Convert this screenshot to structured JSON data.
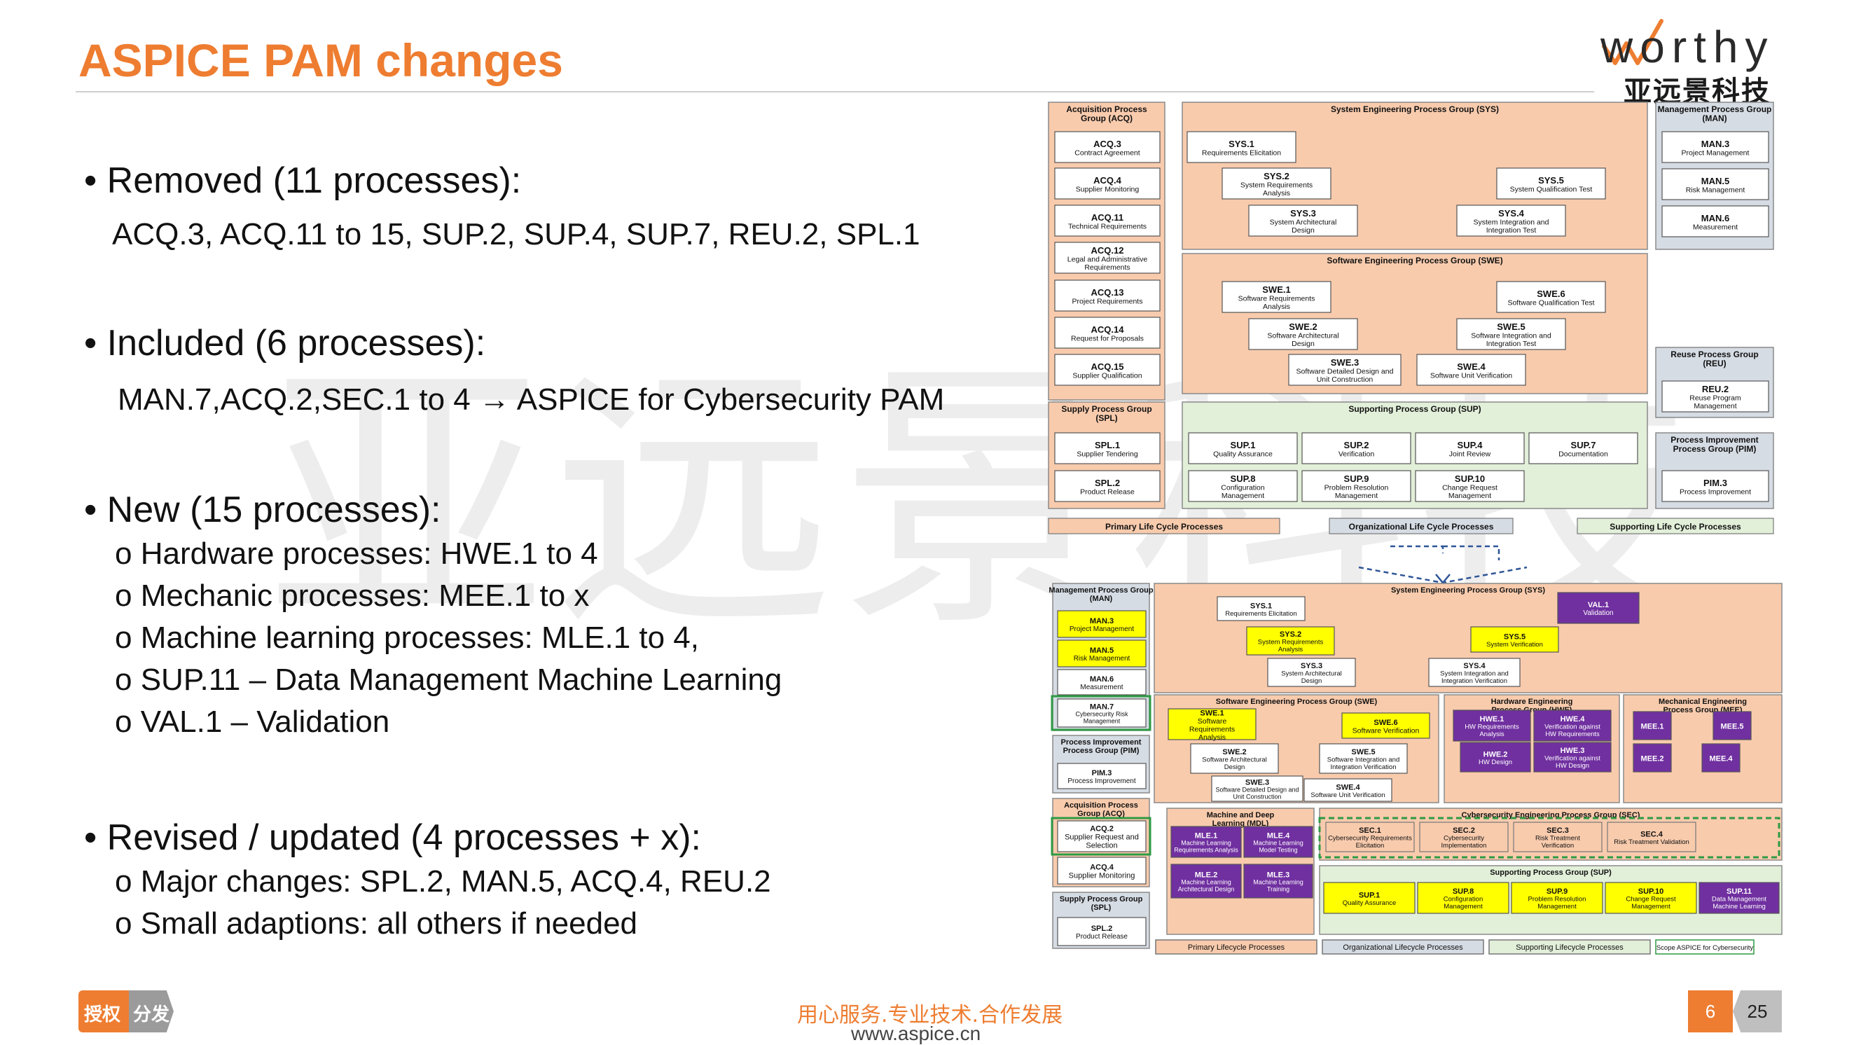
{
  "header": {
    "title": "ASPICE PAM changes",
    "logo_word": "worthy",
    "logo_cn": "亚远景科技",
    "watermark": "亚远景科技"
  },
  "content": {
    "removed_heading": "• Removed (11 processes):",
    "removed_list": "ACQ.3, ACQ.11 to 15, SUP.2, SUP.4, SUP.7, REU.2, SPL.1",
    "included_heading": "• Included (6 processes):",
    "included_list": "MAN.7,ACQ.2,SEC.1 to 4 → ASPICE for Cybersecurity PAM",
    "new_heading": "• New (15 processes):",
    "new_items": [
      "o Hardware processes: HWE.1 to 4",
      "o Mechanic processes: MEE.1 to x",
      "o Machine learning processes: MLE.1 to 4,",
      "o SUP.11 – Data Management Machine Learning",
      "o VAL.1 – Validation"
    ],
    "revised_heading": "• Revised / updated (4 processes + x):",
    "revised_items": [
      "o Major changes: SPL.2, MAN.5, ACQ.4, REU.2",
      "o Small adaptions: all others if needed"
    ]
  },
  "footer": {
    "badge_left": "授权",
    "badge_right": "分发",
    "slogan": "用心服务.专业技术.合作发展",
    "url": "www.aspice.cn",
    "page_current": "6",
    "page_total": "25"
  },
  "colors": {
    "accent": "#ee7d31",
    "peach": "#f8cbad",
    "blue_gray": "#d6dce4",
    "green_light": "#e2efd9",
    "yellow": "#ffff00",
    "purple": "#7030a0"
  },
  "diagram_top": {
    "groups": [
      {
        "label": "Acquisition Process Group (ACQ)"
      },
      {
        "label": "System Engineering Process Group (SYS)"
      },
      {
        "label": "Management Process Group (MAN)"
      },
      {
        "label": "Software Engineering Process Group (SWE)"
      },
      {
        "label": "Reuse Process Group (REU)"
      },
      {
        "label": "Supply Process Group (SPL)"
      },
      {
        "label": "Supporting Process Group (SUP)"
      },
      {
        "label": "Process Improvement Process Group (PIM)"
      }
    ],
    "processes": [
      {
        "id": "ACQ.3",
        "name": "Contract Agreement"
      },
      {
        "id": "ACQ.4",
        "name": "Supplier Monitoring"
      },
      {
        "id": "ACQ.11",
        "name": "Technical Requirements"
      },
      {
        "id": "ACQ.12",
        "name": "Legal and Administrative Requirements"
      },
      {
        "id": "ACQ.13",
        "name": "Project Requirements"
      },
      {
        "id": "ACQ.14",
        "name": "Request for Proposals"
      },
      {
        "id": "ACQ.15",
        "name": "Supplier Qualification"
      },
      {
        "id": "SYS.1",
        "name": "Requirements Elicitation"
      },
      {
        "id": "SYS.2",
        "name": "System Requirements Analysis"
      },
      {
        "id": "SYS.3",
        "name": "System Architectural Design"
      },
      {
        "id": "SYS.4",
        "name": "System Integration and Integration Test"
      },
      {
        "id": "SYS.5",
        "name": "System Qualification Test"
      },
      {
        "id": "MAN.3",
        "name": "Project Management"
      },
      {
        "id": "MAN.5",
        "name": "Risk Management"
      },
      {
        "id": "MAN.6",
        "name": "Measurement"
      },
      {
        "id": "SWE.1",
        "name": "Software Requirements Analysis"
      },
      {
        "id": "SWE.2",
        "name": "Software Architectural Design"
      },
      {
        "id": "SWE.3",
        "name": "Software Detailed Design and Unit Construction"
      },
      {
        "id": "SWE.4",
        "name": "Software Unit Verification"
      },
      {
        "id": "SWE.5",
        "name": "Software Integration and Integration Test"
      },
      {
        "id": "SWE.6",
        "name": "Software Qualification Test"
      },
      {
        "id": "REU.2",
        "name": "Reuse Program Management"
      },
      {
        "id": "SPL.1",
        "name": "Supplier Tendering"
      },
      {
        "id": "SPL.2",
        "name": "Product Release"
      },
      {
        "id": "SUP.1",
        "name": "Quality Assurance"
      },
      {
        "id": "SUP.2",
        "name": "Verification"
      },
      {
        "id": "SUP.4",
        "name": "Joint Review"
      },
      {
        "id": "SUP.7",
        "name": "Documentation"
      },
      {
        "id": "SUP.8",
        "name": "Configuration Management"
      },
      {
        "id": "SUP.9",
        "name": "Problem Resolution Management"
      },
      {
        "id": "SUP.10",
        "name": "Change Request Management"
      },
      {
        "id": "PIM.3",
        "name": "Process Improvement"
      }
    ],
    "categories": [
      "Primary Life Cycle Processes",
      "Organizational Life Cycle Processes",
      "Supporting Life Cycle Processes"
    ]
  },
  "diagram_bottom": {
    "groups": [
      {
        "label": "Management Process Group (MAN)"
      },
      {
        "label": "System Engineering Process Group (SYS)"
      },
      {
        "label": "Software Engineering Process Group (SWE)"
      },
      {
        "label": "Hardware Engineering Process Group (HWE)"
      },
      {
        "label": "Mechanical Engineering Process Group (MEE)"
      },
      {
        "label": "Process Improvement Process Group (PIM)"
      },
      {
        "label": "Acquisition Process Group (ACQ)"
      },
      {
        "label": "Machine and Deep Learning (MDL)"
      },
      {
        "label": "Cybersecurity Engineering Process Group (SEC)"
      },
      {
        "label": "Supporting Process Group (SUP)"
      },
      {
        "label": "Supply Process Group (SPL)"
      }
    ],
    "processes": [
      {
        "id": "MAN.3",
        "name": "Project Management"
      },
      {
        "id": "MAN.5",
        "name": "Risk Management"
      },
      {
        "id": "MAN.6",
        "name": "Measurement"
      },
      {
        "id": "MAN.7",
        "name": "Cybersecurity Risk Management"
      },
      {
        "id": "PIM.3",
        "name": "Process Improvement"
      },
      {
        "id": "ACQ.2",
        "name": "Supplier Request and Selection"
      },
      {
        "id": "ACQ.4",
        "name": "Supplier Monitoring"
      },
      {
        "id": "SPL.2",
        "name": "Product Release"
      },
      {
        "id": "SYS.1",
        "name": "Requirements Elicitation"
      },
      {
        "id": "SYS.2",
        "name": "System Requirements Analysis"
      },
      {
        "id": "SYS.3",
        "name": "System Architectural Design"
      },
      {
        "id": "SYS.4",
        "name": "System Integration and Integration Verification"
      },
      {
        "id": "SYS.5",
        "name": "System Verification"
      },
      {
        "id": "VAL.1",
        "name": "Validation"
      },
      {
        "id": "SWE.1",
        "name": "Software Requirements Analysis"
      },
      {
        "id": "SWE.2",
        "name": "Software Architectural Design"
      },
      {
        "id": "SWE.3",
        "name": "Software Detailed Design and Unit Construction"
      },
      {
        "id": "SWE.4",
        "name": "Software Unit Verification"
      },
      {
        "id": "SWE.5",
        "name": "Software Integration and Integration Verification"
      },
      {
        "id": "SWE.6",
        "name": "Software Verification"
      },
      {
        "id": "HWE.1",
        "name": "HW Requirements Analysis"
      },
      {
        "id": "HWE.2",
        "name": "HW Design"
      },
      {
        "id": "HWE.3",
        "name": "Verification against HW Design"
      },
      {
        "id": "HWE.4",
        "name": "Verification against HW Requirements"
      },
      {
        "id": "MEE.1",
        "name": ""
      },
      {
        "id": "MEE.2",
        "name": ""
      },
      {
        "id": "MEE.4",
        "name": ""
      },
      {
        "id": "MEE.5",
        "name": ""
      },
      {
        "id": "MLE.1",
        "name": "Machine Learning Requirements Analysis"
      },
      {
        "id": "MLE.2",
        "name": "Machine Learning Architectural Design"
      },
      {
        "id": "MLE.3",
        "name": "Machine Learning Training"
      },
      {
        "id": "MLE.4",
        "name": "Machine Learning Model Testing"
      },
      {
        "id": "SEC.1",
        "name": "Cybersecurity Requirements Elicitation"
      },
      {
        "id": "SEC.2",
        "name": "Cybersecurity Implementation"
      },
      {
        "id": "SEC.3",
        "name": "Risk Treatment Verification"
      },
      {
        "id": "SEC.4",
        "name": "Risk Treatment Validation"
      },
      {
        "id": "SUP.1",
        "name": "Quality Assurance"
      },
      {
        "id": "SUP.8",
        "name": "Configuration Management"
      },
      {
        "id": "SUP.9",
        "name": "Problem Resolution Management"
      },
      {
        "id": "SUP.10",
        "name": "Change Request Management"
      },
      {
        "id": "SUP.11",
        "name": "Data Management Machine Learning"
      }
    ],
    "categories": [
      "Primary Lifecycle Processes",
      "Organizational Lifecycle Processes",
      "Supporting Lifecycle Processes",
      "Scope ASPICE for Cybersecurity"
    ]
  }
}
